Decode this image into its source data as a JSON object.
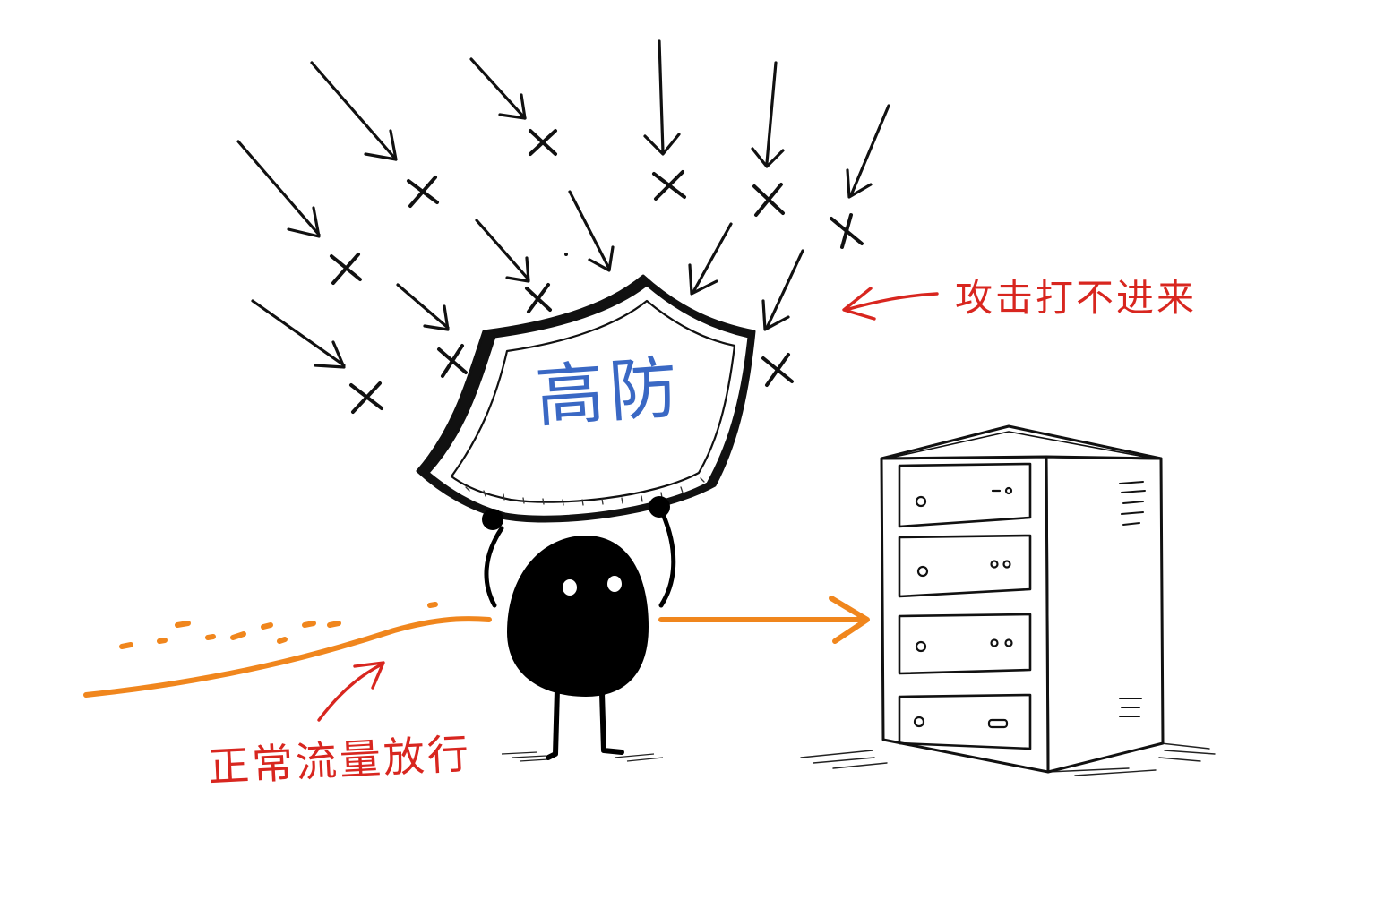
{
  "shield": {
    "label": "高防"
  },
  "annotations": {
    "attack_blocked": "攻击打不进来",
    "traffic_allowed": "正常流量放行"
  },
  "colors": {
    "ink": "#111111",
    "shield_text": "#3a68c4",
    "annotation_red": "#d8261f",
    "traffic_orange": "#f0861d",
    "character": "#000000",
    "background": "#ffffff"
  },
  "icons": {
    "incoming_attack": "arrow-icon",
    "blocked": "cross-icon",
    "server": "server-rack-icon",
    "guard": "character-icon",
    "shield": "shield-icon"
  }
}
